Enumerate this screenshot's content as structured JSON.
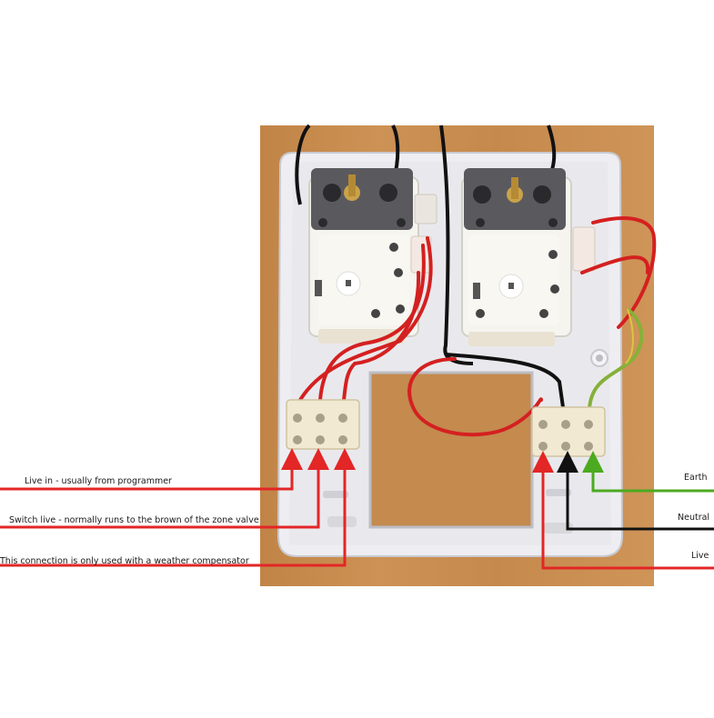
{
  "labels": {
    "live_in": "Live in - usually from programmer",
    "switch_live": "Switch live - normally runs to the brown of the zone valve",
    "weather_comp": "This connection is only used with a weather compensator",
    "earth": "Earth",
    "neutral": "Neutral",
    "live": "Live"
  },
  "colors": {
    "live_wire": "#e32626",
    "neutral_wire": "#111111",
    "earth_wire": "#4caa20",
    "background_wood": "#c98d50",
    "backplate": "#eeeef2"
  }
}
